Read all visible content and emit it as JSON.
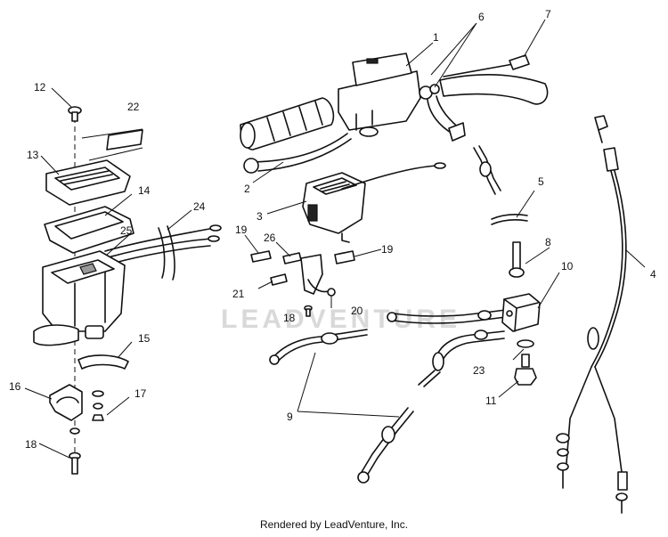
{
  "watermark": "LEADVENTURE",
  "footer": "Rendered by LeadVenture, Inc.",
  "callouts": {
    "c1": "1",
    "c2": "2",
    "c3": "3",
    "c4": "4",
    "c5": "5",
    "c6": "6",
    "c7": "7",
    "c8": "8",
    "c9": "9",
    "c10": "10",
    "c11": "11",
    "c12": "12",
    "c13": "13",
    "c14": "14",
    "c15": "15",
    "c16": "16",
    "c17": "17",
    "c18a": "18",
    "c18b": "18",
    "c19a": "19",
    "c19b": "19",
    "c20": "20",
    "c21": "21",
    "c22": "22",
    "c23": "23",
    "c24": "24",
    "c25": "25",
    "c26": "26"
  }
}
